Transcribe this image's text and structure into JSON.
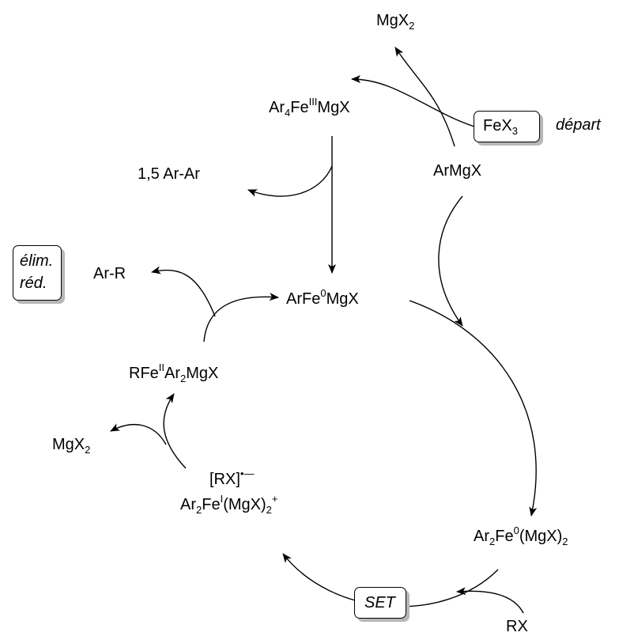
{
  "labels": {
    "mgx2_top": {
      "base": "MgX",
      "sub": "2"
    },
    "ar4fe": {
      "p1": "Ar",
      "s1": "4",
      "p2": "Fe",
      "sup1": "III",
      "p3": "MgX"
    },
    "fex3": {
      "base": "FeX",
      "sub": "3"
    },
    "depart": "départ",
    "armgx": "ArMgX",
    "biaryl": "1,5 Ar-Ar",
    "elim": {
      "line1": "élim.",
      "line2": "réd."
    },
    "arr": "Ar-R",
    "arfe0": {
      "p1": "ArFe",
      "sup1": "0",
      "p2": "MgX"
    },
    "rfe2": {
      "p1": "RFe",
      "sup1": "II",
      "p2": "Ar",
      "s1": "2",
      "p3": "MgX"
    },
    "mgx2_left": {
      "base": "MgX",
      "sub": "2"
    },
    "rx_radical": {
      "p1": "[RX]",
      "sup1": "•—"
    },
    "ar2fe1": {
      "p1": "Ar",
      "s1": "2",
      "p2": "Fe",
      "sup1": "I",
      "p3": "(MgX)",
      "s2": "2",
      "sup2": "+"
    },
    "ar2fe0": {
      "p1": "Ar",
      "s1": "2",
      "p2": "Fe",
      "sup1": "0",
      "p3": "(MgX)",
      "s2": "2"
    },
    "set": "SET",
    "rx": "RX"
  }
}
